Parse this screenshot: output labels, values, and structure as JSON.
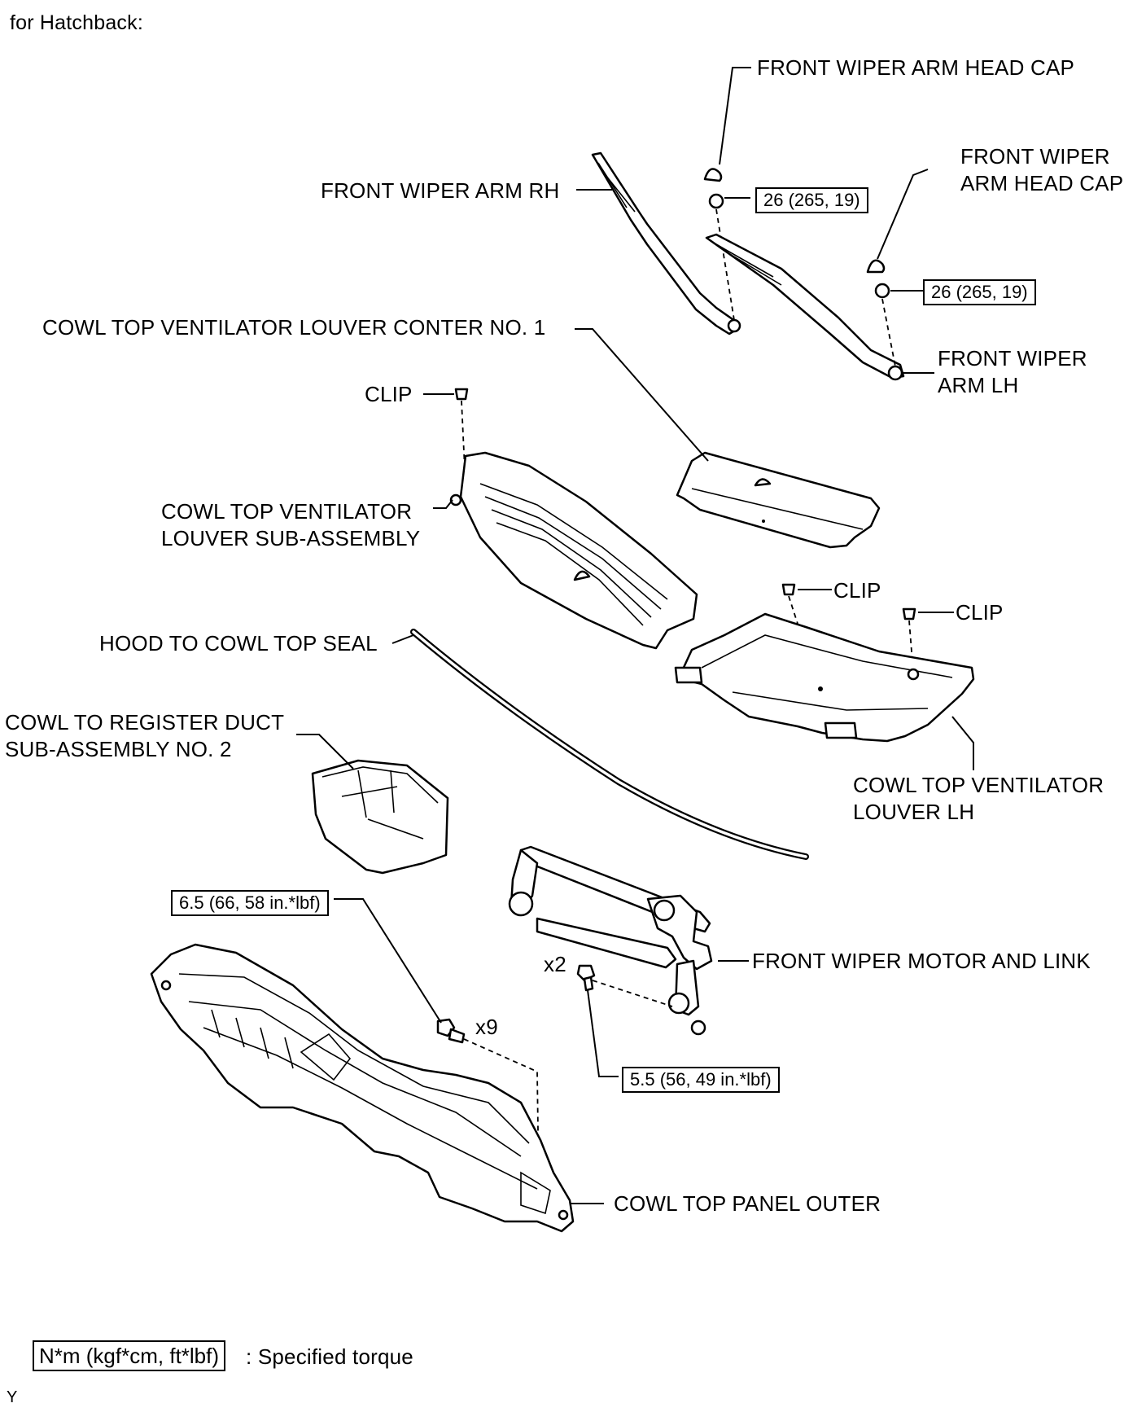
{
  "header": {
    "variant": "for Hatchback:"
  },
  "labels": {
    "arm_head_cap_rh": "FRONT WIPER ARM HEAD CAP",
    "arm_head_cap_lh_line1": "FRONT WIPER",
    "arm_head_cap_lh_line2": "ARM HEAD CAP",
    "arm_rh": "FRONT WIPER ARM RH",
    "louver_center": "COWL TOP VENTILATOR LOUVER CONTER NO. 1",
    "arm_lh_line1": "FRONT WIPER",
    "arm_lh_line2": "ARM LH",
    "clip_1": "CLIP",
    "louver_sub_line1": "COWL TOP VENTILATOR",
    "louver_sub_line2": "LOUVER SUB-ASSEMBLY",
    "clip_2": "CLIP",
    "clip_3": "CLIP",
    "hood_seal": "HOOD TO COWL TOP SEAL",
    "register_duct_line1": "COWL TO REGISTER DUCT",
    "register_duct_line2": "SUB-ASSEMBLY NO. 2",
    "louver_lh_line1": "COWL TOP VENTILATOR",
    "louver_lh_line2": "LOUVER LH",
    "motor_link": "FRONT WIPER MOTOR AND LINK",
    "qty_x2": "x2",
    "qty_x9": "x9",
    "panel_outer": "COWL TOP PANEL OUTER"
  },
  "torque": {
    "rh_nut": "26 (265, 19)",
    "lh_nut": "26 (265, 19)",
    "panel_bolt": "6.5 (66, 58 in.*lbf)",
    "motor_bolt": "5.5 (56, 49 in.*lbf)"
  },
  "legend": {
    "box": "N*m (kgf*cm, ft*lbf)",
    "text": ": Specified torque"
  },
  "footer": {
    "code": "Y"
  }
}
